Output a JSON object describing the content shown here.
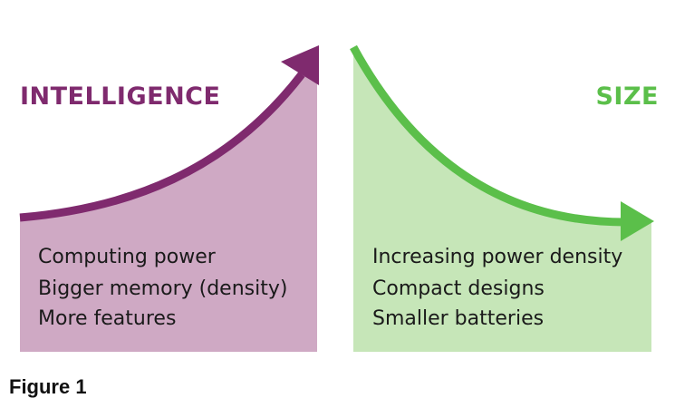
{
  "left_panel": {
    "title": "INTELLIGENCE",
    "items": [
      "Computing power",
      "Bigger memory (density)",
      "More features"
    ],
    "fill_color": "#cfa9c4",
    "arrow_color": "#7f2a6e",
    "trend": "increasing"
  },
  "right_panel": {
    "title": "SIZE",
    "items": [
      "Increasing power density",
      "Compact designs",
      "Smaller batteries"
    ],
    "fill_color": "#c6e6b8",
    "arrow_color": "#5bbf4a",
    "trend": "decreasing"
  },
  "caption": "Figure 1"
}
